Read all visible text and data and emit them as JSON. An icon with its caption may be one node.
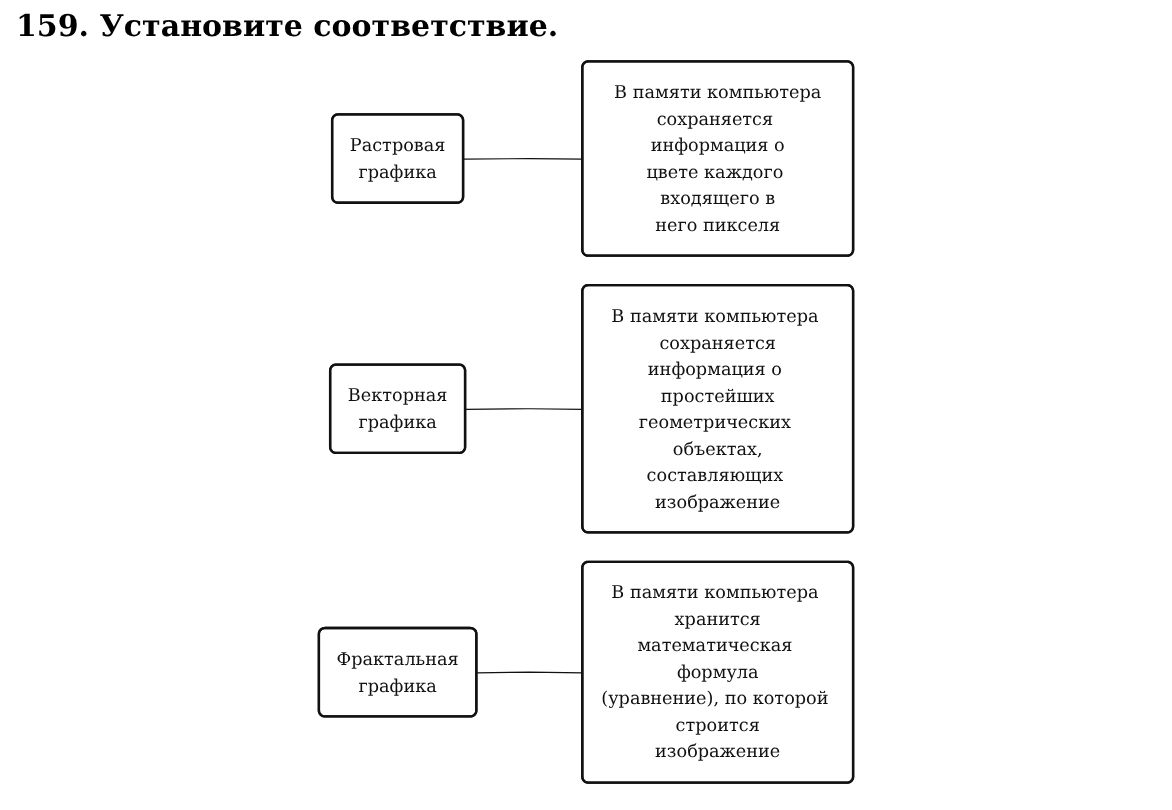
{
  "diagram": {
    "title": "159. Установите соответствие.",
    "nodes": [
      {
        "text": [
          "Растровая графика"
        ]
      },
      {
        "text": [
          "Векторная графика"
        ]
      },
      {
        "text": [
          "Фрактальная графика"
        ]
      },
      {
        "text": [
          "В памяти компьютера хранится математическая формула (уравнение), по которой строится изображение"
        ]
      },
      {
        "text": [
          "В памяти компьютера сохраняется информация о цвете каждого входящего в него пикселя"
        ]
      },
      {
        "text": [
          "В памяти компьютера сохраняется информация о простейших геометрических объектах, составляющих изображение"
        ]
      }
    ],
    "edges": [
      {
        "from": 0,
        "to": 4,
        "arrow": "none"
      },
      {
        "from": 1,
        "to": 5,
        "arrow": "none"
      },
      {
        "from": 2,
        "to": 3,
        "arrow": "none"
      }
    ]
  }
}
